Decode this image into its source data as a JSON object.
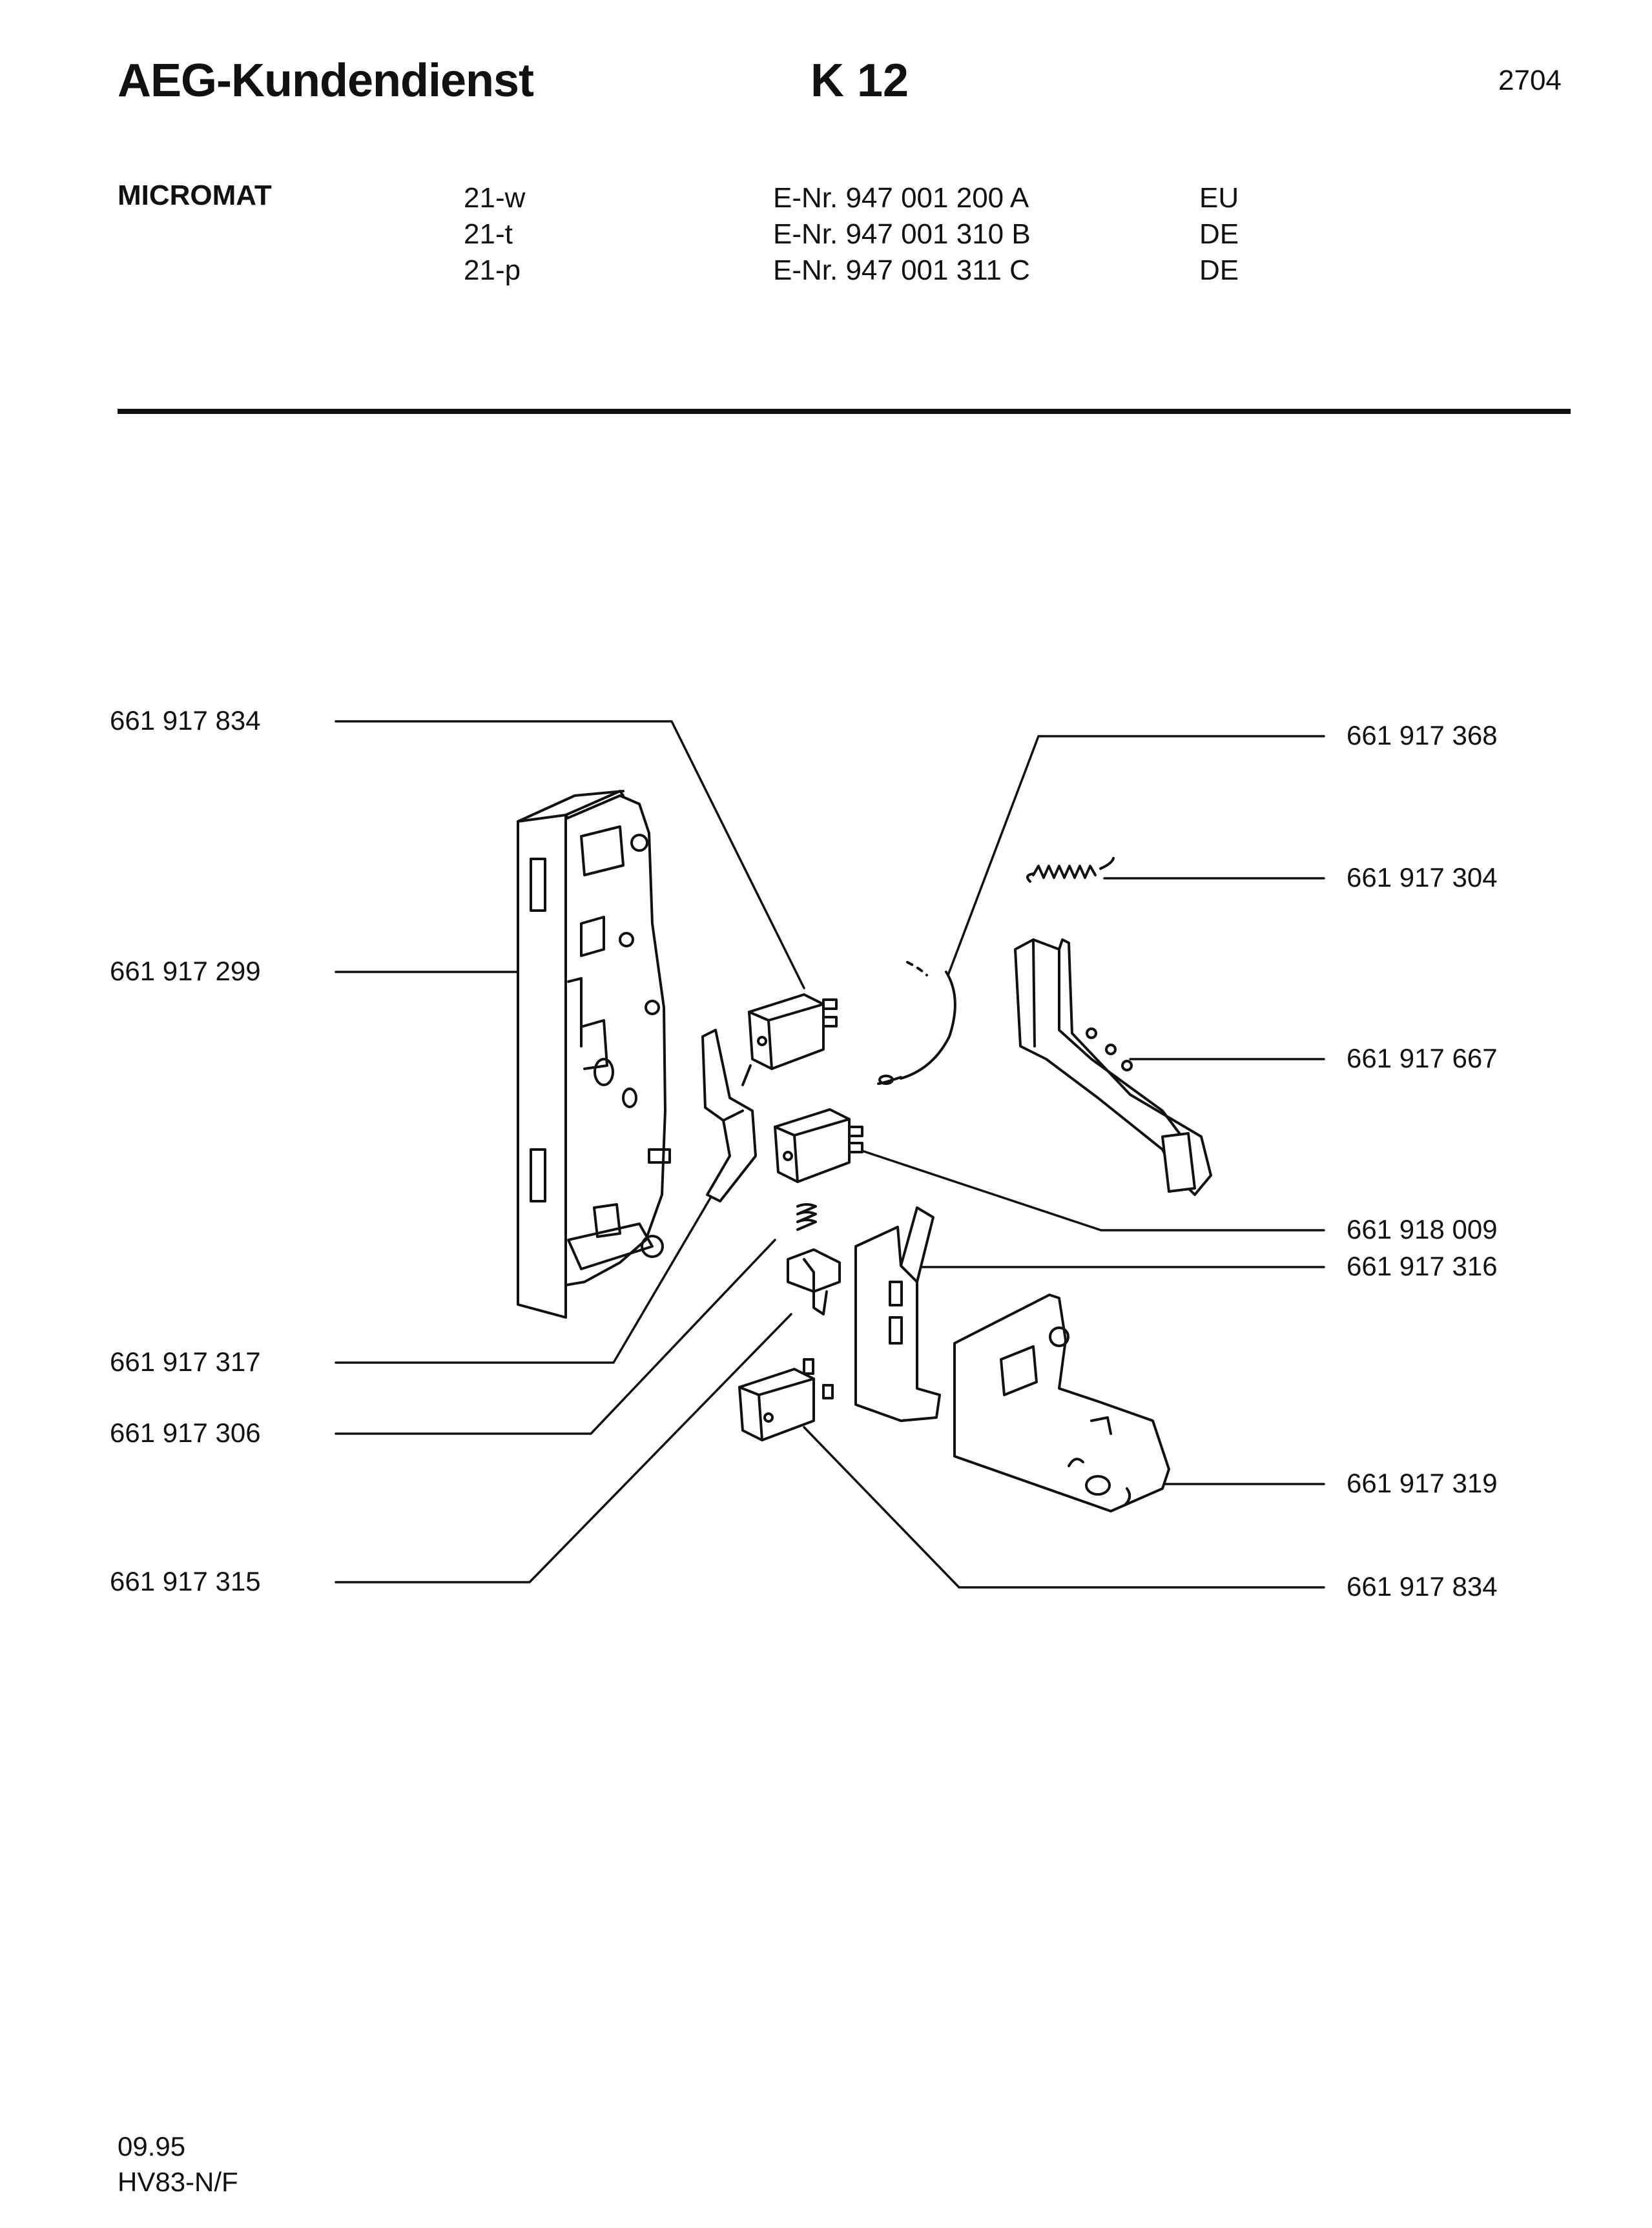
{
  "header": {
    "brand": "AEG-Kundendienst",
    "code": "K 12",
    "page_number": "2704"
  },
  "product": {
    "name": "MICROMAT",
    "variants": [
      {
        "model": "21-w",
        "enr": "E-Nr. 947 001 200 A",
        "region": "EU"
      },
      {
        "model": "21-t",
        "enr": "E-Nr. 947 001 310 B",
        "region": "DE"
      },
      {
        "model": "21-p",
        "enr": "E-Nr. 947 001 311 C",
        "region": "DE"
      }
    ]
  },
  "parts_left": [
    "661 917 834",
    "661 917 299",
    "661 917 317",
    "661 917 306",
    "661 917 315"
  ],
  "parts_right": [
    "661 917 368",
    "661 917 304",
    "661 917 667",
    "661 918 009",
    "661 917 316",
    "661 917 319",
    "661 917 834"
  ],
  "footer": {
    "date": "09.95",
    "doc_code": "HV83-N/F"
  }
}
